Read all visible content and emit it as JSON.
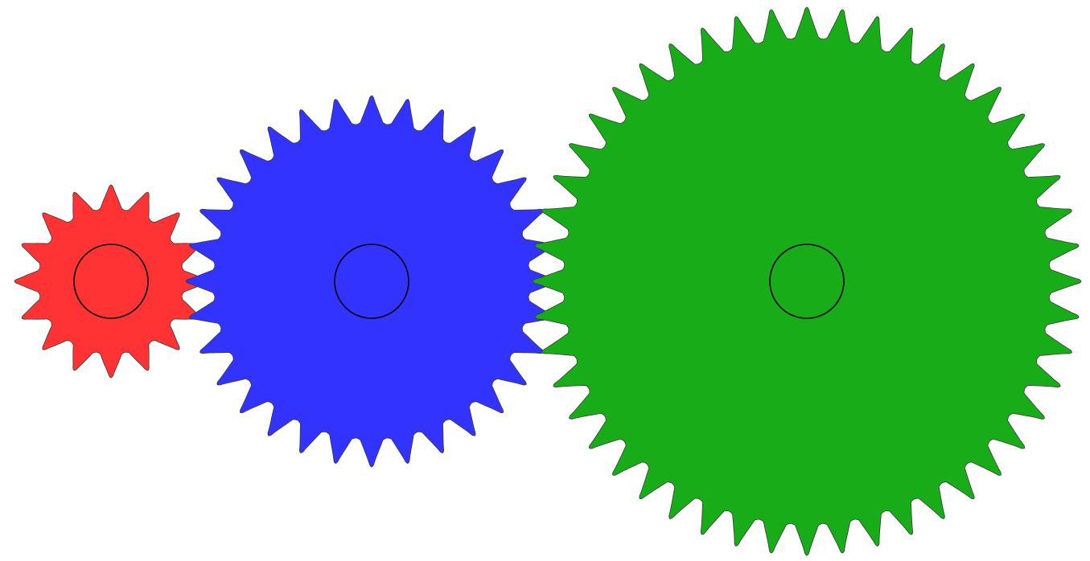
{
  "background": "#FFFFFF",
  "hole_outline_color": "#000000",
  "gear_outline_color": "#3A3A3A",
  "gears": [
    {
      "name": "small-gear",
      "color": "#FF3333",
      "teeth": 16
    },
    {
      "name": "medium-gear",
      "color": "#3333FF",
      "teeth": 32
    },
    {
      "name": "large-gear",
      "color": "#18AD18",
      "teeth": 48
    }
  ]
}
